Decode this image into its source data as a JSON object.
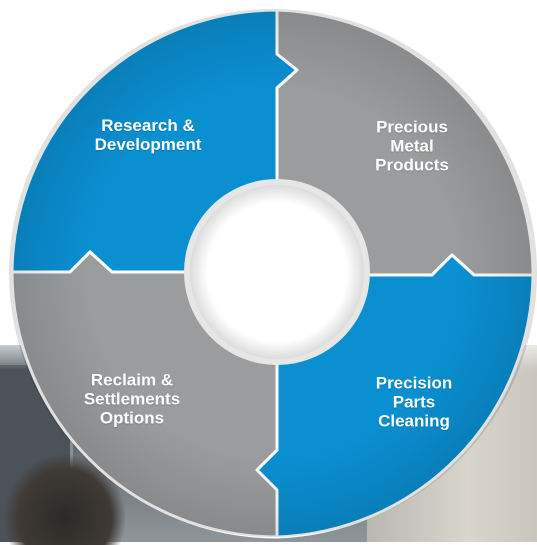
{
  "diagram": {
    "type": "cycle",
    "segments": [
      {
        "id": "rd",
        "label_lines": [
          "Research &",
          "Development"
        ],
        "color": "#0a8fd1"
      },
      {
        "id": "pmp",
        "label_lines": [
          "Precious",
          "Metal",
          "Products"
        ],
        "color": "#9a9c9e"
      },
      {
        "id": "ppc",
        "label_lines": [
          "Precision",
          "Parts",
          "Cleaning"
        ],
        "color": "#0a8fd1"
      },
      {
        "id": "rso",
        "label_lines": [
          "Reclaim &",
          "Settlements",
          "Options"
        ],
        "color": "#9a9c9e"
      }
    ]
  }
}
